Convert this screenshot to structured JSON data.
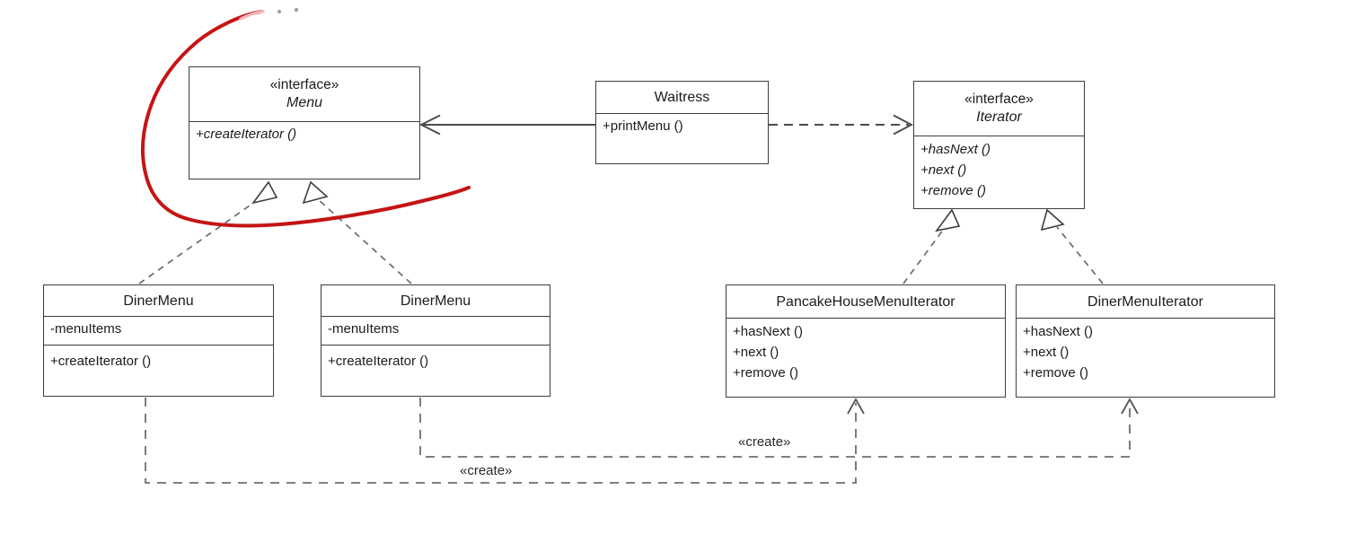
{
  "diagram_type": "uml-class-diagram",
  "classes": {
    "menu": {
      "stereotype": "«interface»",
      "name": "Menu",
      "methods": [
        "+createIterator ()"
      ]
    },
    "waitress": {
      "name": "Waitress",
      "methods": [
        "+printMenu ()"
      ]
    },
    "iterator": {
      "stereotype": "«interface»",
      "name": "Iterator",
      "methods": [
        "+hasNext ()",
        "+next ()",
        "+remove ()"
      ]
    },
    "dinermenu_left": {
      "name": "DinerMenu",
      "attributes": [
        "-menuItems"
      ],
      "methods": [
        "+createIterator ()"
      ]
    },
    "dinermenu_right": {
      "name": "DinerMenu",
      "attributes": [
        "-menuItems"
      ],
      "methods": [
        "+createIterator ()"
      ]
    },
    "pancake_iterator": {
      "name": "PancakeHouseMenuIterator",
      "methods": [
        "+hasNext ()",
        "+next ()",
        "+remove ()"
      ]
    },
    "diner_iterator": {
      "name": "DinerMenuIterator",
      "methods": [
        "+hasNext ()",
        "+next ()",
        "+remove ()"
      ]
    }
  },
  "edge_labels": {
    "create_to_diner_iterator": "«create»",
    "create_to_pancake_iterator": "«create»"
  },
  "annotation": {
    "pen_color": "#c51414",
    "pen_tip_color": "#f3b9b9"
  }
}
